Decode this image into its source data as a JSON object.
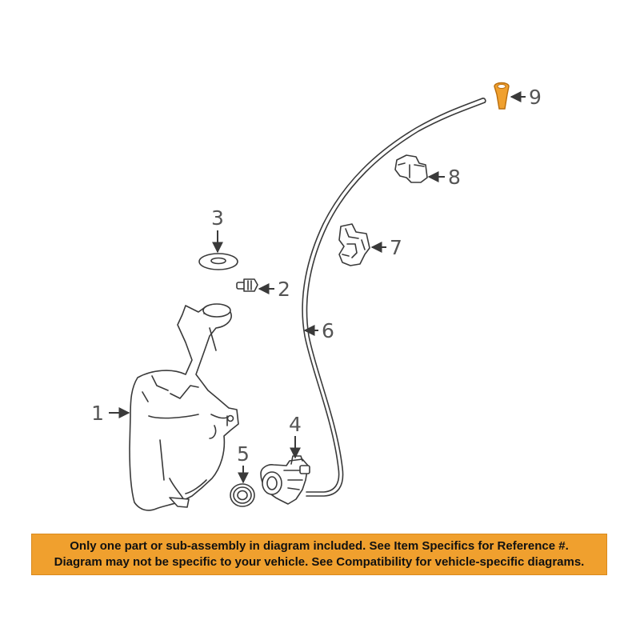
{
  "callouts": [
    {
      "id": "1",
      "part": "washer-reservoir"
    },
    {
      "id": "2",
      "part": "grommet-clip"
    },
    {
      "id": "3",
      "part": "seal-ring"
    },
    {
      "id": "4",
      "part": "washer-pump"
    },
    {
      "id": "5",
      "part": "pump-grommet"
    },
    {
      "id": "6",
      "part": "washer-hose"
    },
    {
      "id": "7",
      "part": "nozzle-bracket"
    },
    {
      "id": "8",
      "part": "connector"
    },
    {
      "id": "9",
      "part": "washer-nozzle"
    }
  ],
  "highlight_color": "#f0a02e",
  "banner": {
    "line1": "Only one part or sub-assembly in diagram included. See Item Specifics for Reference #.",
    "line2": "Diagram may not be specific to your vehicle. See Compatibility for vehicle-specific diagrams.",
    "background": "#f0a02e"
  }
}
